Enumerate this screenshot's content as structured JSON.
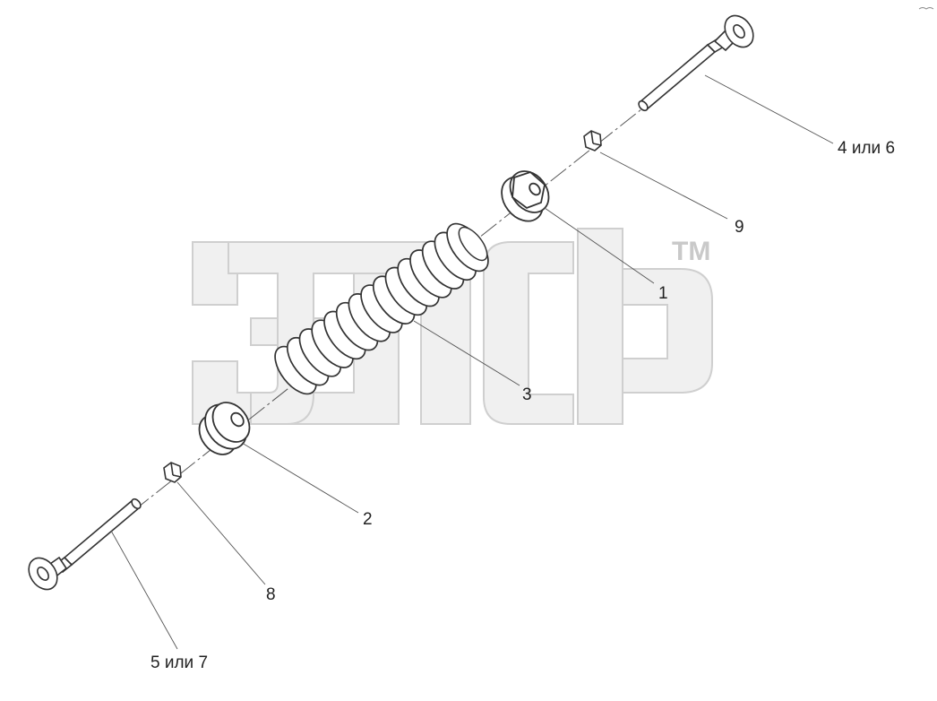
{
  "watermark": {
    "trademark": "TM"
  },
  "callouts": {
    "c1": "1",
    "c2": "2",
    "c3": "3",
    "c4_6": "4 или 6",
    "c5_7": "5 или 7",
    "c8": "8",
    "c9": "9"
  },
  "colors": {
    "line": "#333333",
    "watermark_fill": "#f0f0f0",
    "watermark_stroke": "#cfcfcf",
    "text": "#222222"
  }
}
